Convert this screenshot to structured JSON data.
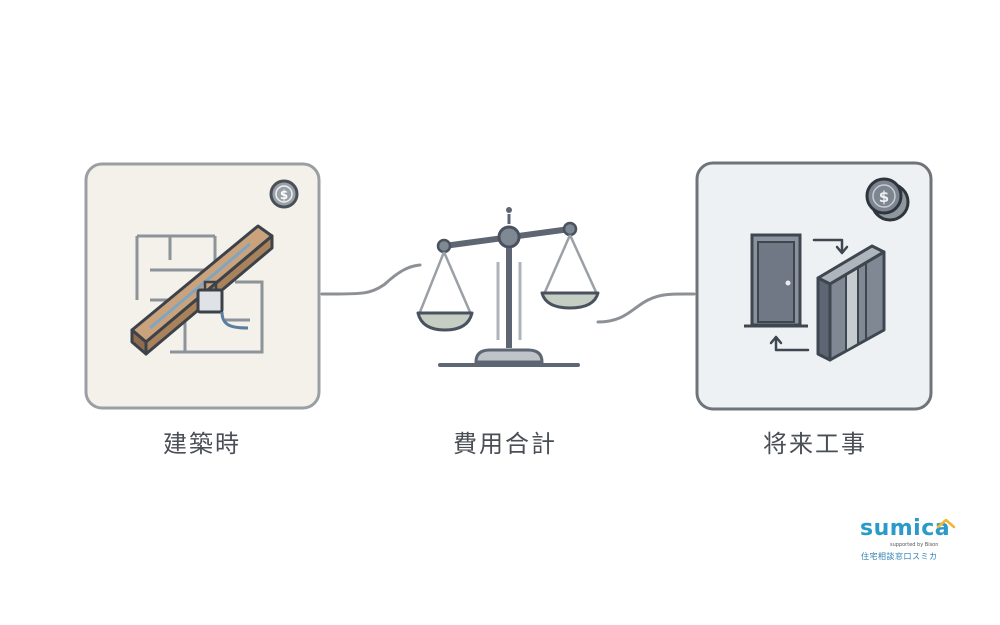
{
  "nodes": {
    "left": {
      "label": "建築時",
      "icon": "house-plan-pipe-icon"
    },
    "center": {
      "label": "費用合計",
      "icon": "balance-scale-icon"
    },
    "right": {
      "label": "将来工事",
      "icon": "door-wall-renovation-icon"
    }
  },
  "logo": {
    "word": "sumica",
    "subtitle": "supported by Bison",
    "tagline": "住宅相談窓口スミカ"
  },
  "colors": {
    "left_card_bg": "#f4f1ea",
    "right_card_bg": "#eef1f4",
    "card_border": "#9a9fa4",
    "line": "#8d9196",
    "steel": "#5d6672",
    "wood": "#c9a27a",
    "logo_blue": "#2a9ac9"
  }
}
